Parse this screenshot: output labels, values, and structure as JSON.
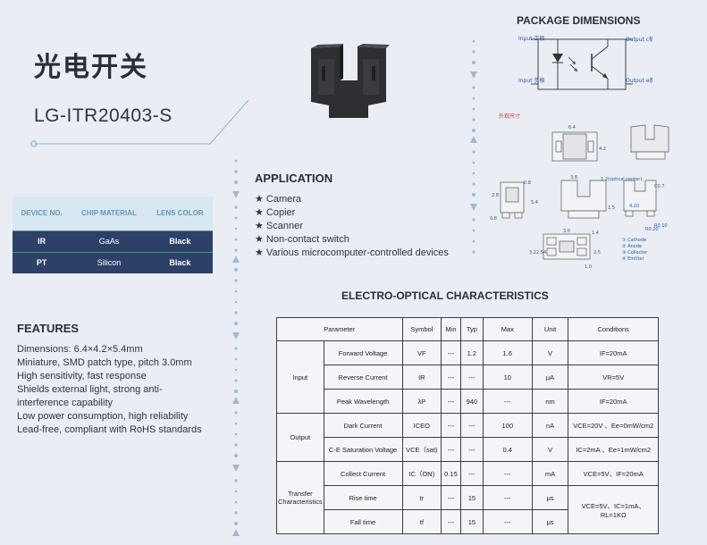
{
  "title_cn": "光电开关",
  "model": "LG-ITR20403-S",
  "spec_table": {
    "headers": [
      "DEVICE NO.",
      "CHIP MATERIAL",
      "LENS COLOR"
    ],
    "rows": [
      {
        "device": "IR",
        "chip": "GaAs",
        "lens": "Black"
      },
      {
        "device": "PT",
        "chip": "Silicon",
        "lens": "Black"
      }
    ]
  },
  "features": {
    "heading": "FEATURES",
    "items": [
      "Dimensions: 6.4×4.2×5.4mm",
      "Miniature, SMD patch type, pitch 3.0mm",
      "High sensitivity, fast response",
      "Shields external light, strong anti-interference capability",
      "Low power consumption, high reliability",
      "Lead-free, compliant with RoHS standards"
    ]
  },
  "application": {
    "heading": "APPLICATION",
    "items": [
      "★ Camera",
      "★ Copier",
      "★ Scanner",
      "★ Non-contact switch",
      "★ Various microcomputer-controlled devices"
    ]
  },
  "package": {
    "heading": "PACKAGE DIMENSIONS",
    "input_pos": "Input 正极",
    "input_neg": "Input 负极",
    "output_c": "Output c极",
    "output_e": "Output e极",
    "outline_label": "外观尺寸",
    "dim_64": "6.4",
    "dim_42": "4.2",
    "dim_68": "0.8",
    "dim_38": "3.8",
    "dim_optical": "1.2(optical center)",
    "dim_c07": "C0.7",
    "dim_28": "2.8",
    "dim_54": "5.4",
    "dim_15": "1.5",
    "dim_420": "4.20",
    "dim_r010": "R0.10",
    "dim_r020": "R0.20",
    "dim_30": "3.0",
    "dim_14": "1.4",
    "dim_32": "3.2",
    "dim_254": "2.54",
    "dim_25": "2.5",
    "dim_10": "1.0",
    "pins": [
      "① Cathode",
      "② Anode",
      "③ Collector",
      "④ Emitter"
    ]
  },
  "eo": {
    "heading": "ELECTRO-OPTICAL CHARACTERISTICS",
    "headers": [
      "Parameter",
      "Symbol",
      "Min",
      "Typ",
      "Max",
      "Unit",
      "Conditions"
    ],
    "groups": {
      "input": "Input",
      "output": "Output",
      "transfer": "Transfer Characteristics"
    },
    "rows": [
      {
        "param": "Forward Voltage",
        "symbol": "VF",
        "min": "---",
        "typ": "1.2",
        "max": "1.6",
        "unit": "V",
        "cond": "IF=20mA"
      },
      {
        "param": "Reverse Current",
        "symbol": "IR",
        "min": "---",
        "typ": "---",
        "max": "10",
        "unit": "μA",
        "cond": "VR=5V"
      },
      {
        "param": "Peak Wavelength",
        "symbol": "λP",
        "min": "---",
        "typ": "940",
        "max": "---",
        "unit": "nm",
        "cond": "IF=20mA"
      },
      {
        "param": "Dark Current",
        "symbol": "ICEO",
        "min": "---",
        "typ": "---",
        "max": "100",
        "unit": "nA",
        "cond": "VCE=20V 、Ee=0mW/cm2"
      },
      {
        "param": "C-E Saturation Voltage",
        "symbol": "VCE（sat)",
        "min": "---",
        "typ": "---",
        "max": "0.4",
        "unit": "V",
        "cond": "IC=2mA 、Ee=1mW/cm2"
      },
      {
        "param": "Collect Current",
        "symbol": "IC（ON)",
        "min": "0.15",
        "typ": "---",
        "max": "---",
        "unit": "mA",
        "cond": "VCE=5V、IF=20mA"
      },
      {
        "param": "Rise time",
        "symbol": "tr",
        "min": "---",
        "typ": "15",
        "max": "---",
        "unit": "μs",
        "cond": "VCE=5V、IC=1mA、RL=1KΩ"
      },
      {
        "param": "Fall time",
        "symbol": "tf",
        "min": "---",
        "typ": "15",
        "max": "---",
        "unit": "μs",
        "cond": ""
      }
    ]
  }
}
